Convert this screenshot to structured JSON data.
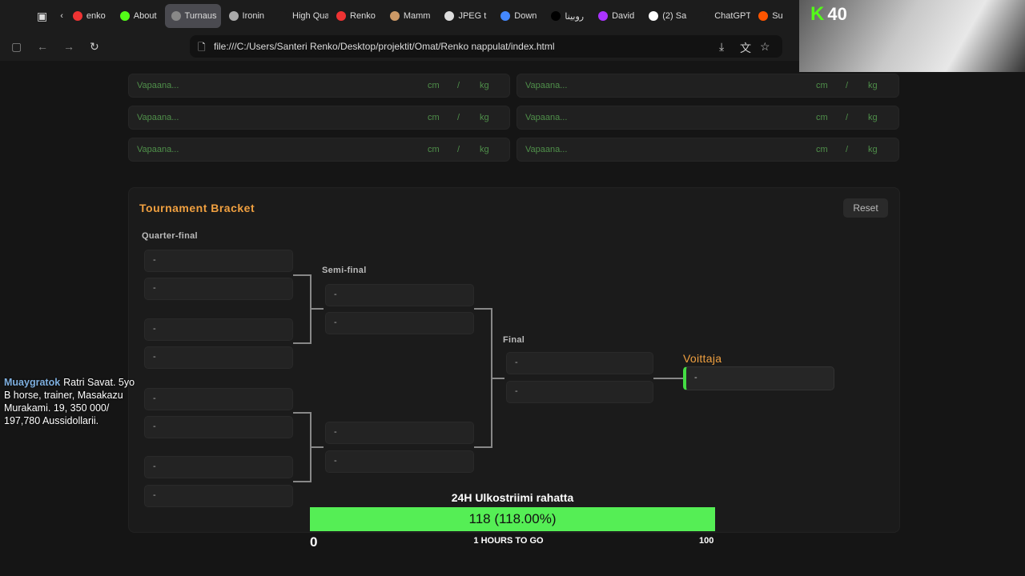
{
  "browser": {
    "tabs": [
      {
        "label": "enko",
        "color": "#e33"
      },
      {
        "label": "About",
        "color": "#53fc18"
      },
      {
        "label": "Turnaus",
        "color": "#888",
        "active": true
      },
      {
        "label": "Ironin",
        "color": "#aaa"
      },
      {
        "label": "High Qual",
        "color": "#1c1c1c"
      },
      {
        "label": "Renko",
        "color": "#e33"
      },
      {
        "label": "Mamm",
        "color": "#c96"
      },
      {
        "label": "JPEG t",
        "color": "#ddd"
      },
      {
        "label": "Down",
        "color": "#48f"
      },
      {
        "label": "روبينا",
        "color": "#000"
      },
      {
        "label": "David",
        "color": "#a3f"
      },
      {
        "label": "(2) Sa",
        "color": "#fff"
      },
      {
        "label": "ChatGPT I",
        "color": "#1c1c1c"
      },
      {
        "label": "Su",
        "color": "#f50"
      }
    ],
    "url": "file:///C:/Users/Santeri Renko/Desktop/projektit/Omat/Renko nappulat/index.html"
  },
  "fighters": {
    "placeholder": "Vapaana...",
    "cm": "cm",
    "sep": "/",
    "kg": "kg"
  },
  "bracket": {
    "title": "Tournament Bracket",
    "reset": "Reset",
    "quarter_label": "Quarter-final",
    "semi_label": "Semi-final",
    "final_label": "Final",
    "winner_label": "Voittaja",
    "quarter": [
      "-",
      "-",
      "-",
      "-",
      "-",
      "-",
      "-",
      "-"
    ],
    "semi": [
      "-",
      "-",
      "-",
      "-"
    ],
    "final": [
      "-",
      "-"
    ],
    "winner": "-"
  },
  "chat": {
    "user": "Muaygratok",
    "message": "Ratri Savat. 5yo B horse, trainer, Masakazu Murakami. 19, 350 000/ 197,780 Aussidollarii."
  },
  "goal": {
    "title": "24H Ulkostriimi rahatta",
    "text": "118 (118.00%)",
    "percent": 100,
    "min": "0",
    "max": "100",
    "remaining": "1 HOURS TO GO"
  },
  "overlay": {
    "viewers": "40"
  }
}
